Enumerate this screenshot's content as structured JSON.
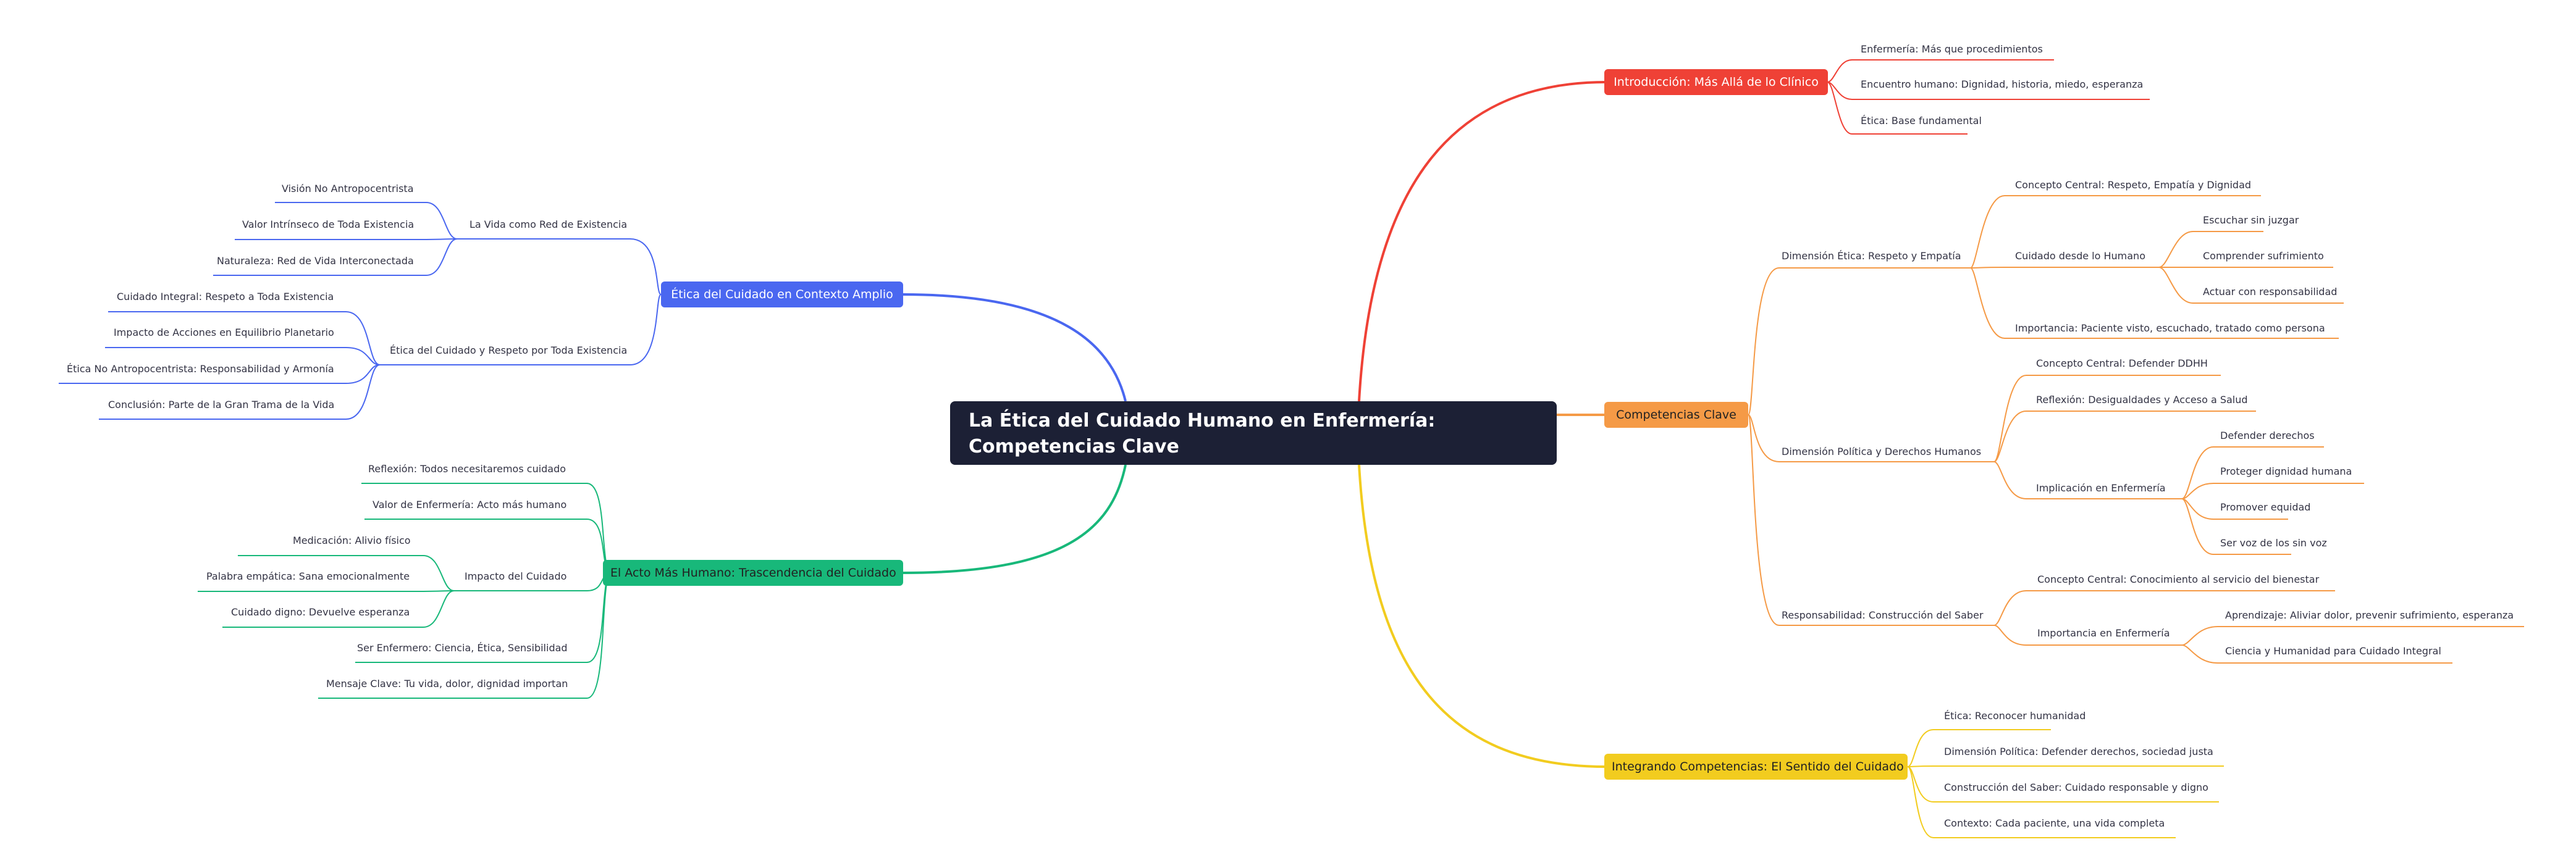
{
  "root": {
    "title": "La Ética del Cuidado Humano en Enfermería:\nCompetencias Clave"
  },
  "colors": {
    "root_bg": "#1c2035",
    "introduccion": "#ef4136",
    "competencias": "#f59a46",
    "integrando": "#f2cc1f",
    "contexto": "#4a67f0",
    "acto": "#18b87a",
    "leaf_text": "#333344"
  },
  "branches": {
    "introduccion": {
      "label": "Introducción: Más Allá de lo Clínico",
      "items": [
        "Enfermería: Más que procedimientos",
        "Encuentro humano: Dignidad, historia, miedo, esperanza",
        "Ética: Base fundamental"
      ]
    },
    "competencias": {
      "label": "Competencias Clave",
      "etica": {
        "label": "Dimensión Ética: Respeto y Empatía",
        "concepto": "Concepto Central: Respeto, Empatía y Dignidad",
        "cuidado": {
          "label": "Cuidado desde lo Humano",
          "items": [
            "Escuchar sin juzgar",
            "Comprender sufrimiento",
            "Actuar con responsabilidad"
          ]
        },
        "importancia": "Importancia: Paciente visto, escuchado, tratado como persona"
      },
      "politica": {
        "label": "Dimensión Política y Derechos Humanos",
        "concepto": "Concepto Central: Defender DDHH",
        "reflexion": "Reflexión: Desigualdades y Acceso a Salud",
        "implicacion": {
          "label": "Implicación en Enfermería",
          "items": [
            "Defender derechos",
            "Proteger dignidad humana",
            "Promover equidad",
            "Ser voz de los sin voz"
          ]
        }
      },
      "saber": {
        "label": "Responsabilidad: Construcción del Saber",
        "concepto": "Concepto Central: Conocimiento al servicio del bienestar",
        "importancia": {
          "label": "Importancia en Enfermería",
          "items": [
            "Aprendizaje: Aliviar dolor, prevenir sufrimiento, esperanza",
            "Ciencia y Humanidad para Cuidado Integral"
          ]
        }
      }
    },
    "integrando": {
      "label": "Integrando Competencias: El Sentido del Cuidado",
      "items": [
        "Ética: Reconocer humanidad",
        "Dimensión Política: Defender derechos, sociedad justa",
        "Construcción del Saber: Cuidado responsable y digno",
        "Contexto: Cada paciente, una vida completa"
      ]
    },
    "contexto": {
      "label": "Ética del Cuidado en Contexto Amplio",
      "red": {
        "label": "La Vida como Red de Existencia",
        "items": [
          "Visión No Antropocentrista",
          "Valor Intrínseco de Toda Existencia",
          "Naturaleza: Red de Vida Interconectada"
        ]
      },
      "respeto": {
        "label": "Ética del Cuidado y Respeto por Toda Existencia",
        "items": [
          "Cuidado Integral: Respeto a Toda Existencia",
          "Impacto de Acciones en Equilibrio Planetario",
          "Ética No Antropocentrista: Responsabilidad y Armonía",
          "Conclusión: Parte de la Gran Trama de la Vida"
        ]
      }
    },
    "acto": {
      "label": "El Acto Más Humano: Trascendencia del Cuidado",
      "reflexion": "Reflexión: Todos necesitaremos cuidado",
      "valor": "Valor de Enfermería: Acto más humano",
      "impacto": {
        "label": "Impacto del Cuidado",
        "items": [
          "Medicación: Alivio físico",
          "Palabra empática: Sana emocionalmente",
          "Cuidado digno: Devuelve esperanza"
        ]
      },
      "ser": "Ser Enfermero: Ciencia, Ética, Sensibilidad",
      "mensaje": "Mensaje Clave: Tu vida, dolor, dignidad importan"
    }
  }
}
